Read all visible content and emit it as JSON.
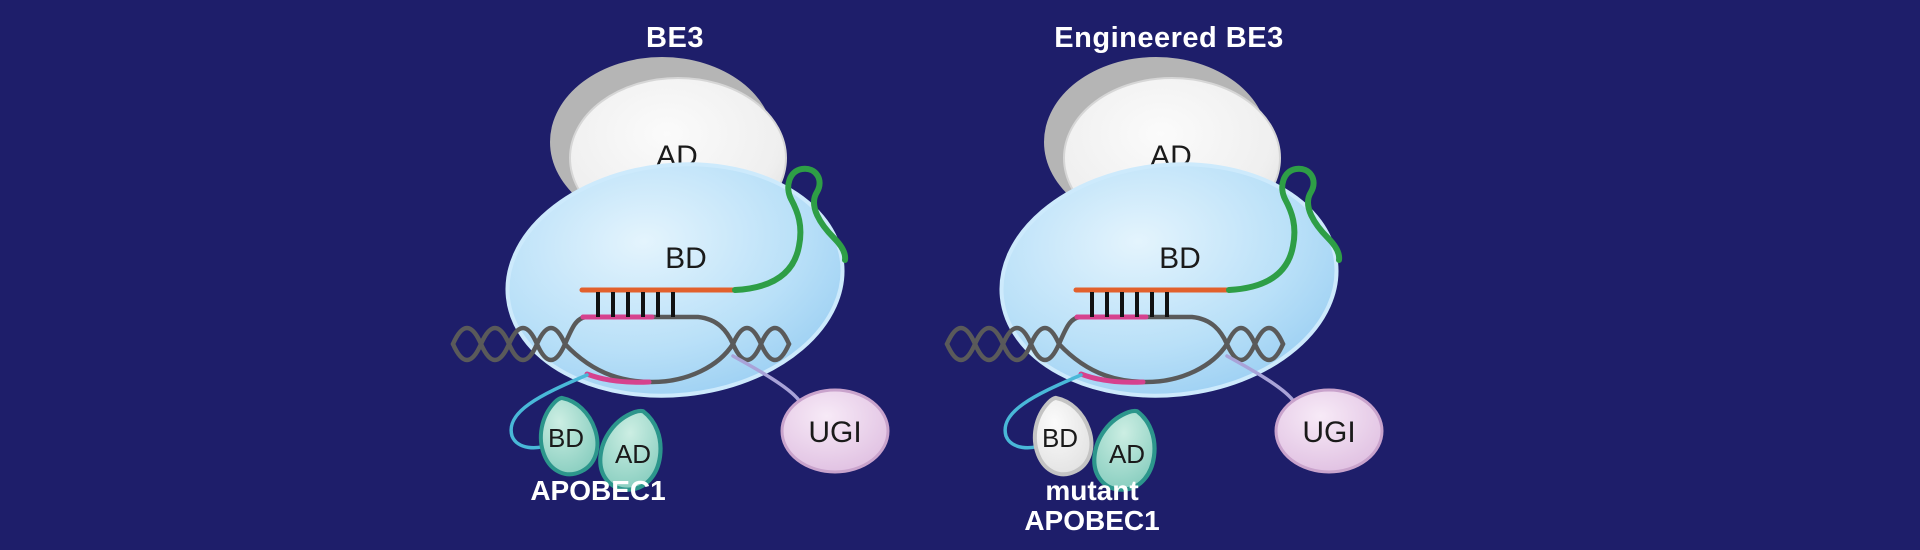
{
  "figure": {
    "background_color": "#1e1e6a",
    "panels": [
      {
        "title": "BE3",
        "cas9": {
          "ad_label": "AD",
          "bd_label": "BD"
        },
        "deaminase": {
          "bd_label": "BD",
          "ad_label": "AD",
          "name_lines": [
            "APOBEC1"
          ]
        },
        "ugi_label": "UGI"
      },
      {
        "title": "Engineered BE3",
        "cas9": {
          "ad_label": "AD",
          "bd_label": "BD"
        },
        "deaminase": {
          "bd_label": "BD",
          "ad_label": "AD",
          "name_lines": [
            "mutant",
            "APOBEC1"
          ]
        },
        "ugi_label": "UGI"
      }
    ],
    "colors": {
      "background": "#1e1e6a",
      "cas9_body_blue": "#a8d5f4",
      "ad_domain_gray": "#ededed",
      "sgrna_green": "#2e9e46",
      "rna_orange": "#e2602c",
      "edit_pink": "#d6428e",
      "dna_gray": "#5a5a5a",
      "deaminase_teal": "#8ed0c4",
      "deaminase_mutant_gray": "#ededed",
      "ugi_pink": "#e9d3ea",
      "linker_blue": "#49b8d8",
      "linker_lavender": "#a9a3d8",
      "title_text": "#ffffff"
    }
  }
}
